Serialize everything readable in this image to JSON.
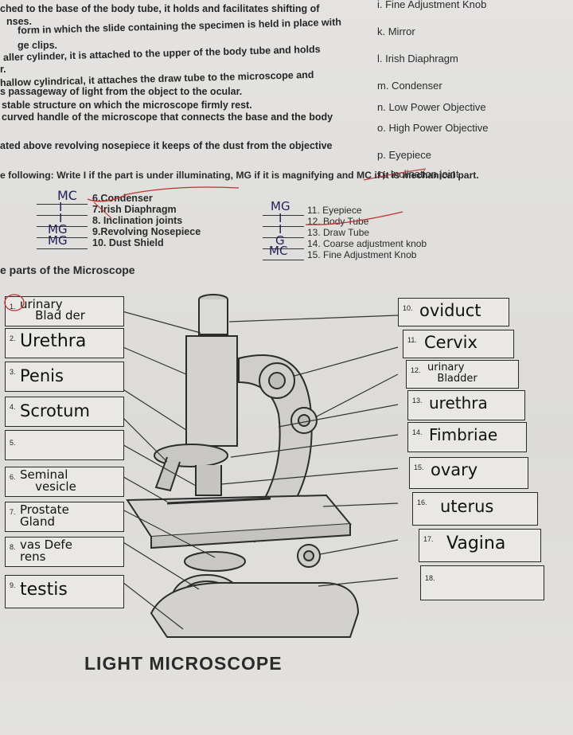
{
  "descriptions": [
    {
      "text": "ched to the base of the body tube, it holds and facilitates shifting of"
    },
    {
      "text": "nses."
    },
    {
      "text": "form in which the slide containing the specimen is held in place with"
    },
    {
      "text": "ge clips."
    },
    {
      "text": "aller cylinder, it is attached to the upper of the body tube and holds"
    },
    {
      "text": "r."
    },
    {
      "text": "hallow cylindrical, it attaches the draw tube to the microscope and"
    },
    {
      "text": "s passageway of light from the object to the ocular."
    },
    {
      "text": "stable structure on which the microscope firmly rest."
    },
    {
      "text": "curved handle of the microscope that connects the base and the body"
    },
    {
      "text": "ated above revolving nosepiece it keeps of the dust from the objective"
    }
  ],
  "choices": [
    "i. Fine Adjustment Knob",
    "k. Mirror",
    "l. Irish Diaphragm",
    "m. Condenser",
    "n. Low Power Objective",
    "o. High Power Objective",
    "p. Eyepiece",
    "q. Inclination joint"
  ],
  "instruction": "e following: Write I if the part is under illuminating, MG if it is magnifying and MC if it is mechanical part.",
  "matching_left": [
    {
      "answer": "MC",
      "item": "6.Condenser"
    },
    {
      "answer": "I",
      "item": "7.Irish Diaphragm"
    },
    {
      "answer": "I",
      "item": "8. Inclination joints"
    },
    {
      "answer": "MG",
      "item": "9.Revolving Nosepiece"
    },
    {
      "answer": "MG",
      "item": "10. Dust Shield"
    }
  ],
  "matching_right": [
    {
      "answer": "MG",
      "item": "11. Eyepiece"
    },
    {
      "answer": "I",
      "item": "12. Body Tube"
    },
    {
      "answer": "I",
      "item": "13. Draw Tube"
    },
    {
      "answer": "G",
      "item": "14. Coarse adjustment knob"
    },
    {
      "answer": "MC",
      "item": "15. Fine Adjustment Knob"
    }
  ],
  "section_title": "e parts of the Microscope",
  "label_boxes_left": [
    {
      "num": "1.",
      "answer": "urinary\n    Blad der"
    },
    {
      "num": "2.",
      "answer": "Urethra"
    },
    {
      "num": "3.",
      "answer": "Penis"
    },
    {
      "num": "4.",
      "answer": "Scrotum"
    },
    {
      "num": "5.",
      "answer": ""
    },
    {
      "num": "6.",
      "answer": "Seminal\n    vesicle"
    },
    {
      "num": "7.",
      "answer": "Prostate\nGland"
    },
    {
      "num": "8.",
      "answer": "vas Defe\nrens"
    },
    {
      "num": "9.",
      "answer": "testis"
    }
  ],
  "label_boxes_right": [
    {
      "num": "10.",
      "answer": "oviduct"
    },
    {
      "num": "11.",
      "answer": "Cervix"
    },
    {
      "num": "12.",
      "answer": "urinary\n   Bladder"
    },
    {
      "num": "13.",
      "answer": "urethra"
    },
    {
      "num": "14.",
      "answer": "Fimbriae"
    },
    {
      "num": "15.",
      "answer": "ovary"
    },
    {
      "num": "16.",
      "answer": "uterus"
    },
    {
      "num": "17.",
      "answer": "Vagina"
    },
    {
      "num": "18.",
      "answer": ""
    }
  ],
  "diagram_title": "LIGHT MICROSCOPE"
}
